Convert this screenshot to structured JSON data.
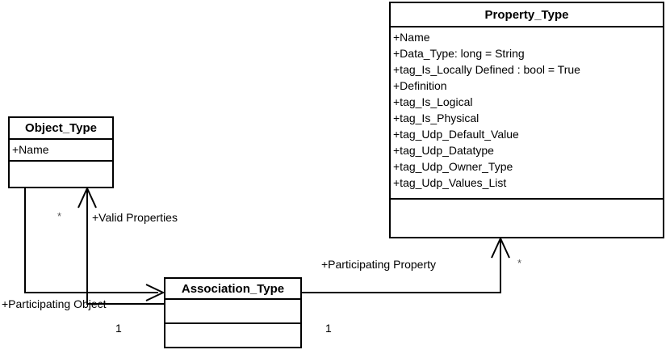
{
  "diagram": {
    "title": "Property_Type / Object_Type / Association_Type UML class diagram",
    "type": "uml-class-diagram",
    "stroke_color": "#000000",
    "fill_color": "#ffffff",
    "text_color": "#000000"
  },
  "classes": [
    {
      "id": "property-type",
      "name": "Property_Type",
      "attributes": [
        "+Name",
        "+Data_Type: long = String",
        "+tag_Is_Locally Defined : bool = True",
        "+Definition",
        "+tag_Is_Logical",
        "+tag_Is_Physical",
        "+tag_Udp_Default_Value",
        "+tag_Udp_Datatype",
        "+tag_Udp_Owner_Type",
        "+tag_Udp_Values_List"
      ],
      "operations": []
    },
    {
      "id": "object-type",
      "name": "Object_Type",
      "attributes": [
        "+Name"
      ],
      "operations": []
    },
    {
      "id": "association-type",
      "name": "Association_Type",
      "attributes": [],
      "operations": []
    }
  ],
  "associations": [
    {
      "id": "valid-properties",
      "role_label": "+Valid Properties",
      "multiplicity": "*",
      "from": "association-type",
      "to": "object-type"
    },
    {
      "id": "participating-object",
      "role_label": "+Participating Object",
      "multiplicity": "1",
      "from": "object-type",
      "to": "association-type"
    },
    {
      "id": "participating-property",
      "role_label": "+Participating Property",
      "multiplicity": "*",
      "from": "association-type",
      "to": "property-type"
    },
    {
      "id": "association-right",
      "role_label": "",
      "multiplicity": "1",
      "from": "association-type",
      "to": "property-type"
    }
  ]
}
